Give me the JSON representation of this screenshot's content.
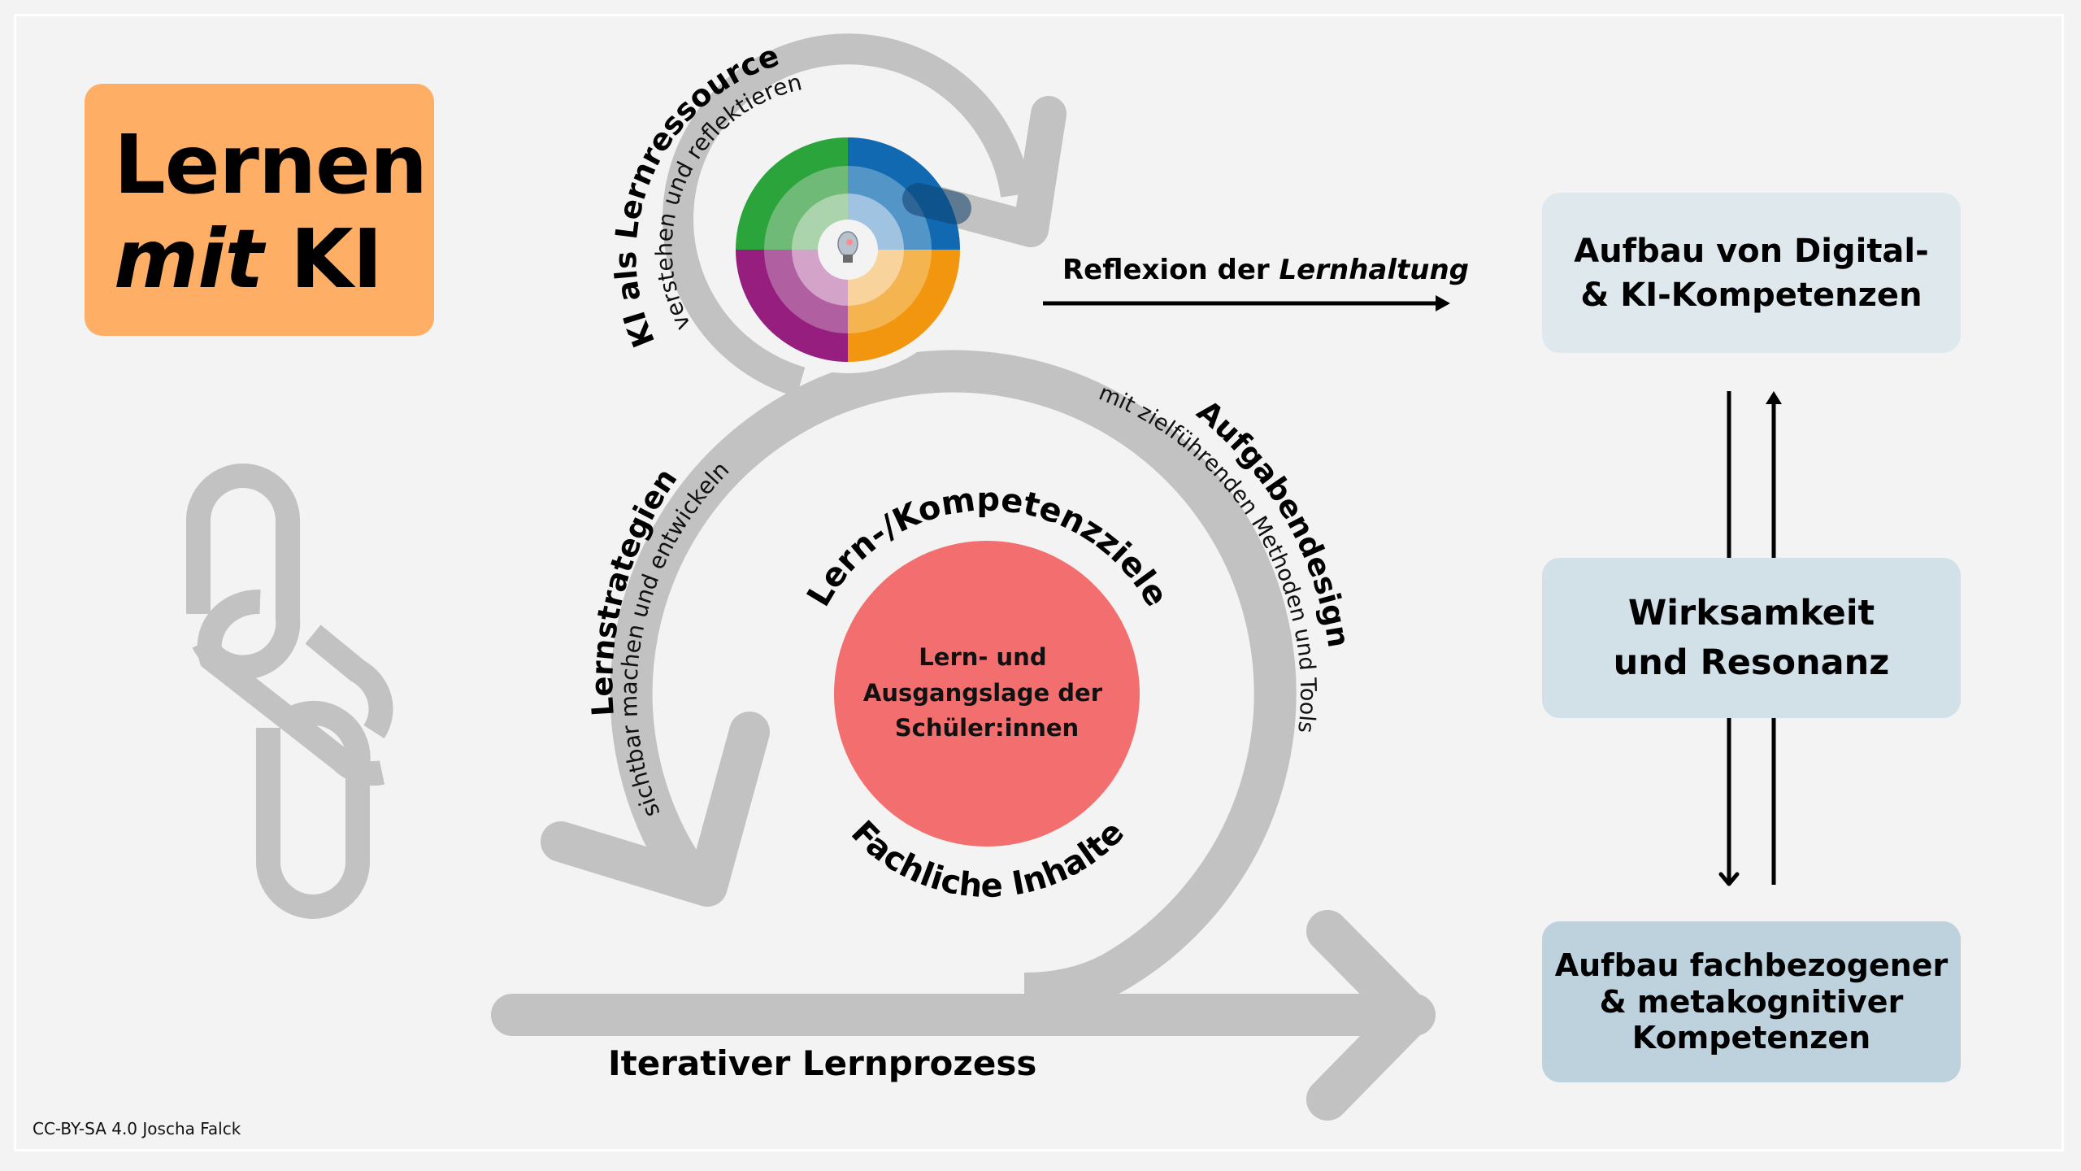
{
  "title": {
    "line1": "Lernen",
    "line2_italic": "mit",
    "line2_rest": " KI",
    "color": "#ffae66"
  },
  "loop": {
    "top_arc_title": "KI als Lernressource",
    "top_arc_subtitle": "verstehen und reflektieren",
    "left_arc_title": "Lernstrategien",
    "left_arc_subtitle": "sichtbar machen und entwickeln",
    "right_arc_title": "Aufgabendesign",
    "right_arc_subtitle": "mit zielführenden Methoden und Tools",
    "center_top_label": "Lern-/Kompetenzziele",
    "center_bottom_label": "Fachliche Inhalte",
    "center_circle_lines": [
      "Lern- und",
      "Ausgangslage der",
      "Schüler:innen"
    ],
    "center_circle_color": "#f36f6f",
    "arrow_label": "Iterativer Lernprozess",
    "arrow_color": "#c2c2c2"
  },
  "wheel": {
    "icon": "lightbulb-icon",
    "quadrants": [
      {
        "name": "green",
        "colors": [
          "#2ba43c",
          "#6fba77",
          "#abd4ad"
        ]
      },
      {
        "name": "blue",
        "colors": [
          "#116ab1",
          "#5495c8",
          "#9fc3e0"
        ]
      },
      {
        "name": "orange",
        "colors": [
          "#f2960f",
          "#f4b44f",
          "#f8d49c"
        ]
      },
      {
        "name": "purple",
        "colors": [
          "#951e7e",
          "#b05fa0",
          "#d4a3ca"
        ]
      }
    ]
  },
  "reflexion": {
    "label_regular": "Reflexion der ",
    "label_italic": "Lernhaltung"
  },
  "outcomes": {
    "top": [
      "Aufbau von Digital-",
      "& KI-Kompetenzen"
    ],
    "middle": [
      "Wirksamkeit",
      "und Resonanz"
    ],
    "bottom": [
      "Aufbau fachbezogener",
      "& metakognitiver",
      "Kompetenzen"
    ]
  },
  "footer": {
    "license": "CC-BY-SA 4.0 Joscha Falck"
  }
}
